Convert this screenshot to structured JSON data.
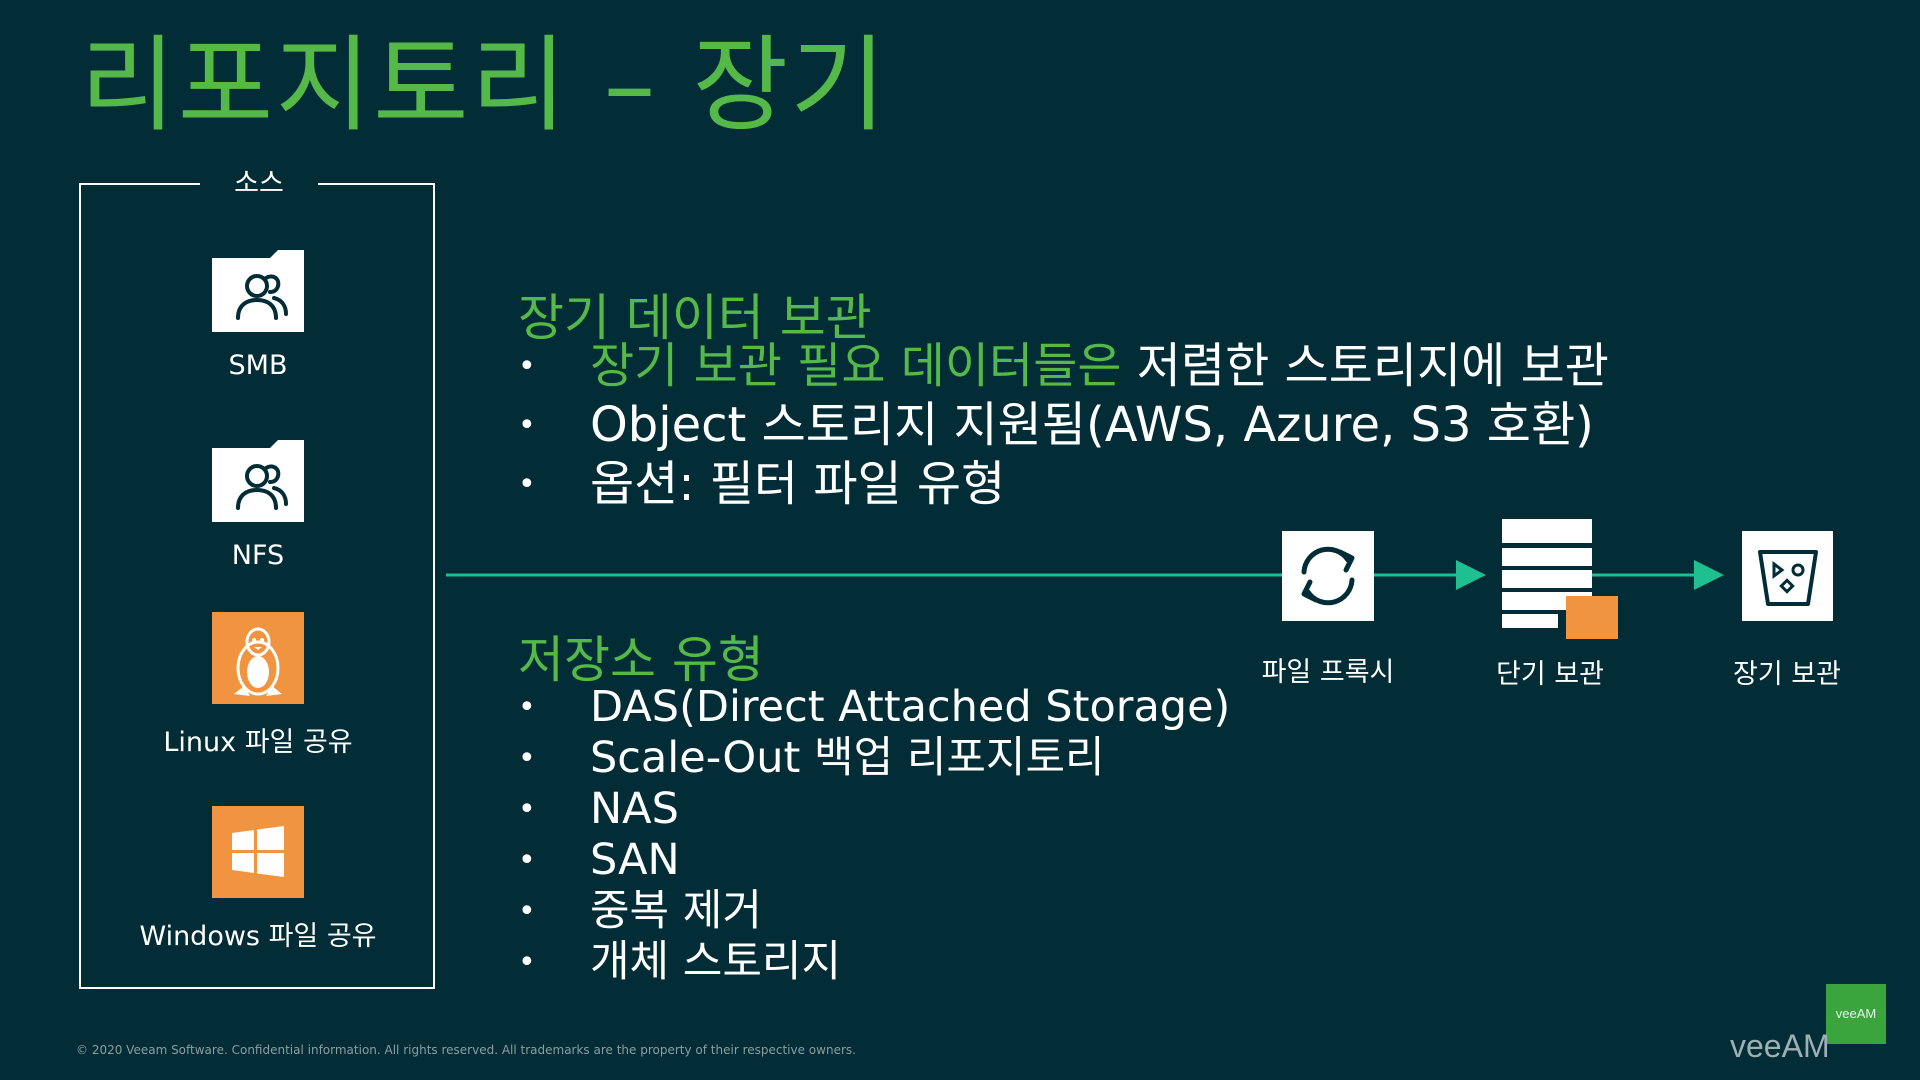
{
  "slide": {
    "title": "리포지토리 – 장기"
  },
  "source": {
    "label": "소스",
    "items": [
      {
        "label": "SMB",
        "icon": "users-folder-icon"
      },
      {
        "label": "NFS",
        "icon": "users-folder-icon"
      },
      {
        "label": "Linux 파일 공유",
        "icon": "linux-tux-icon"
      },
      {
        "label": "Windows 파일 공유",
        "icon": "windows-logo-icon"
      }
    ]
  },
  "retention": {
    "heading": "장기 데이터 보관",
    "bullets": [
      {
        "green": "장기 보관 필요 데이터들은",
        "white": " 저렴한 스토리지에 보관"
      },
      {
        "green": "",
        "white": "Object 스토리지 지원됨(AWS, Azure, S3 호환)"
      },
      {
        "green": "",
        "white": "옵션: 필터 파일 유형"
      }
    ]
  },
  "storage_types": {
    "heading": "저장소 유형",
    "bullets": [
      {
        "text": "DAS(Direct Attached Storage)",
        "highlight": false
      },
      {
        "text": "Scale-Out 백업 리포지토리",
        "highlight": false
      },
      {
        "text": "NAS",
        "highlight": false
      },
      {
        "text": "SAN",
        "highlight": false
      },
      {
        "text": "중복 제거",
        "highlight": false
      },
      {
        "text": "개체 스토리지",
        "highlight": true
      }
    ]
  },
  "flow": {
    "nodes": [
      {
        "label": "파일 프록시",
        "icon": "sync-arrows-icon"
      },
      {
        "label": "단기 보관",
        "icon": "storage-stack-icon"
      },
      {
        "label": "장기 보관",
        "icon": "object-bucket-icon"
      }
    ]
  },
  "footer": {
    "copyright": "© 2020 Veeam Software. Confidential information. All rights reserved. All trademarks are the property of their respective owners.",
    "badge": "veeAM",
    "wordmark": "veeAM"
  },
  "colors": {
    "background": "#022d36",
    "accent_green": "#54b948",
    "flow_line": "#1fbf8f",
    "orange": "#f0943f"
  }
}
